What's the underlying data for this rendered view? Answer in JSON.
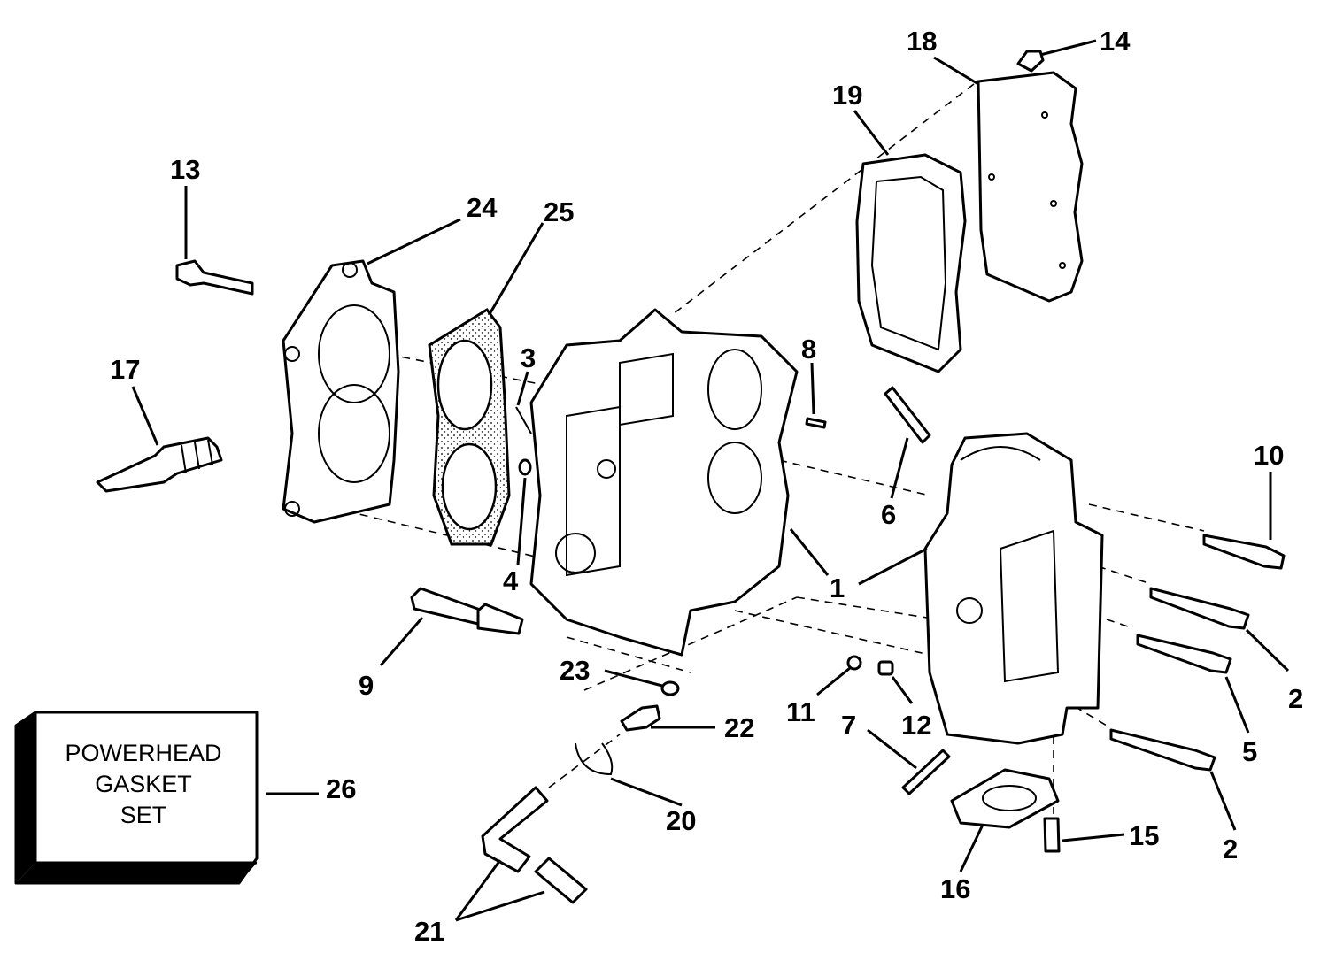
{
  "labels": {
    "p1": "1",
    "p2a": "2",
    "p2b": "2",
    "p3": "3",
    "p4": "4",
    "p5": "5",
    "p6": "6",
    "p7": "7",
    "p8": "8",
    "p9": "9",
    "p10": "10",
    "p11": "11",
    "p12": "12",
    "p13": "13",
    "p14": "14",
    "p15": "15",
    "p16": "16",
    "p17": "17",
    "p18": "18",
    "p19": "19",
    "p20": "20",
    "p21": "21",
    "p22": "22",
    "p23": "23",
    "p24": "24",
    "p25": "25",
    "p26": "26"
  },
  "gasket_box": {
    "line1": "POWERHEAD",
    "line2": "GASKET",
    "line3": "SET"
  }
}
